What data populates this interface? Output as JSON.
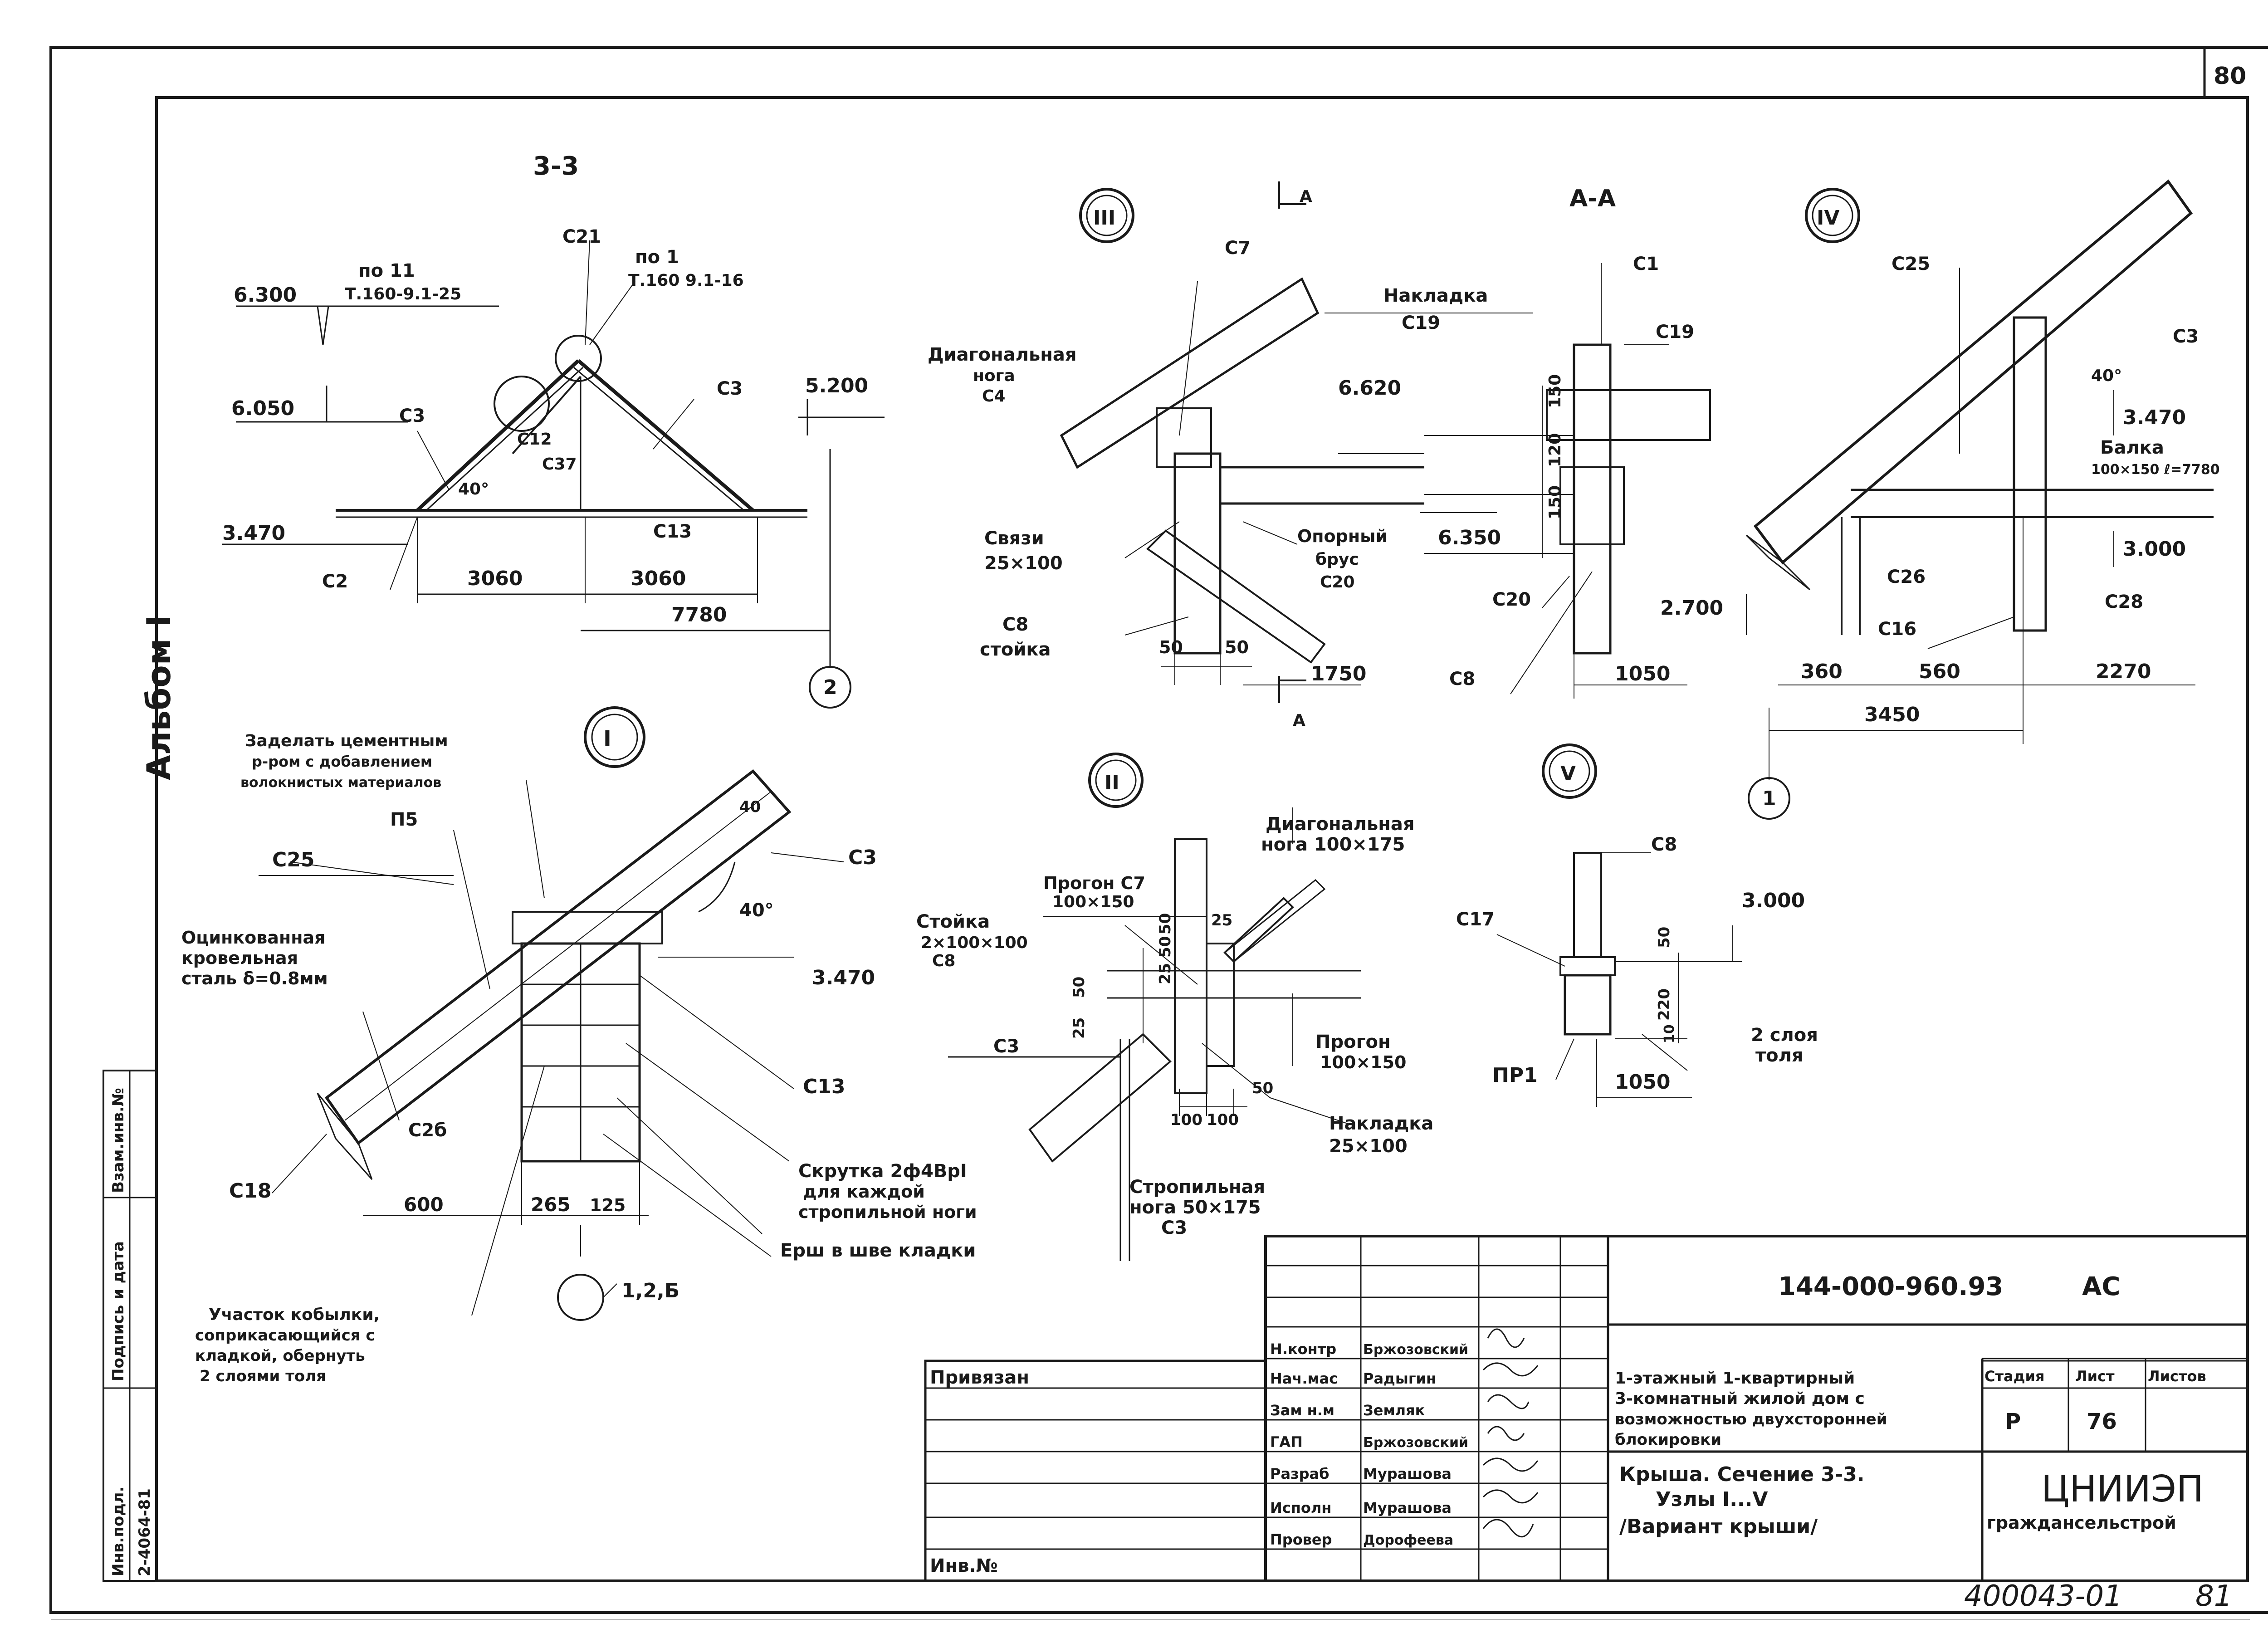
{
  "sheet": {
    "corner_page": "80",
    "album_label": "Альбом I",
    "bottom_code": "400043-01",
    "bottom_page": "81",
    "side_stamp": {
      "inv_podl": "Инв.подл.",
      "inv_value": "2-4064-81",
      "sign_date": "Подпись и дата",
      "vzam": "Взам.инв.№"
    }
  },
  "section_33": {
    "title": "3-3",
    "labels": {
      "c21": "С21",
      "poz11": "по 11",
      "poz11_ref": "Т.160-9.1-25",
      "poz1": "по 1",
      "poz1_ref": "Т.160 9.1-16",
      "c3a": "С3",
      "c3b": "С3",
      "c12": "С12",
      "c37": "С37",
      "c2": "С2",
      "c13": "С13",
      "angle": "40°"
    },
    "dims": {
      "el_6300": "6.300",
      "el_6050": "6.050",
      "el_5200": "5.200",
      "el_3470": "3.470",
      "d3060a": "3060",
      "d3060b": "3060",
      "d7780": "7780"
    },
    "axis": "2"
  },
  "node_3": {
    "title": "III",
    "labels": {
      "c7": "С7",
      "nakladka": "Накладка",
      "c19": "С19",
      "diag1": "Диагональная",
      "diag2": "нога",
      "c4": "С4",
      "svyazi": "Связи",
      "svyazi_size": "25×100",
      "opornyi1": "Опорный",
      "opornyi2": "брус",
      "c20": "С20",
      "c8": "С8",
      "stoika": "стойка",
      "section_mark": "А"
    },
    "dims": {
      "el_6620": "6.620",
      "el_6350": "6.350",
      "d50a": "50",
      "d50b": "50",
      "d1750": "1750"
    }
  },
  "section_aa": {
    "title": "А-А",
    "labels": {
      "c1": "С1",
      "c19": "С19",
      "c20": "С20",
      "c8": "С8"
    },
    "dims": {
      "d150a": "150",
      "d120": "120",
      "d150b": "150",
      "d1050": "1050"
    }
  },
  "node_4": {
    "title": "IV",
    "labels": {
      "c25": "С25",
      "c3": "С3",
      "angle": "40°",
      "balka": "Балка",
      "balka_size": "100×150 ℓ=7780",
      "c26": "С26",
      "c16": "С16",
      "c28": "С28"
    },
    "dims": {
      "el_3470": "3.470",
      "el_3000": "3.000",
      "el_2700": "2.700",
      "d360": "360",
      "d560": "560",
      "d2270": "2270",
      "d3450": "3450"
    },
    "axis": "1"
  },
  "node_1": {
    "title": "I",
    "labels": {
      "zadelat1": "Заделать цементным",
      "zadelat2": "р-ром с добавлением",
      "zadelat3": "волокнистых материалов",
      "p15": "П5",
      "c25": "С25",
      "c3": "С3",
      "ocink1": "Оцинкованная",
      "ocink2": "кровельная",
      "ocink3": "сталь δ=0.8мм",
      "angle": "40°",
      "c13": "С13",
      "c26": "С2б",
      "c18": "С18",
      "skrutka1": "Скрутка 2ф4ВрI",
      "skrutka2": "для каждой",
      "skrutka3": "стропильной ноги",
      "ersh": "Ерш в шве кладки",
      "uchastok1": "Участок кобылки,",
      "uchastok2": "соприкасающийся с",
      "uchastok3": "кладкой, обернуть",
      "uchastok4": "2 слоями толя"
    },
    "dims": {
      "el_3470": "3.470",
      "d600": "600",
      "d265": "265",
      "d125": "125",
      "d40": "40"
    },
    "axis": "1,2,Б"
  },
  "node_2": {
    "title": "II",
    "labels": {
      "diag1": "Диагональная",
      "diag2": "нога 100×175",
      "progon_c7": "Прогон С7",
      "progon_c7_size": "100×150",
      "stoika": "Стойка",
      "stoika_size": "2×100×100",
      "c8": "С8",
      "c3": "С3",
      "progon": "Прогон",
      "progon_size": "100×150",
      "nakladka": "Накладка",
      "nakladka_size": "25×100",
      "stropil1": "Стропильная",
      "stropil2": "нога 50×175",
      "stropil3": "С3"
    },
    "dims": {
      "d25a": "25",
      "d50": "50",
      "d25b": "25",
      "d50c": "50",
      "d2550": "25 50",
      "d100a": "100",
      "d100b": "100",
      "d50r": "50"
    }
  },
  "node_5": {
    "title": "V",
    "labels": {
      "c8": "С8",
      "c17": "С17",
      "pr1": "ПР1",
      "toll1": "2 слоя",
      "toll2": "толя"
    },
    "dims": {
      "el_3000": "3.000",
      "d50": "50",
      "d220": "220",
      "d10": "10",
      "d1050": "1050"
    }
  },
  "title_block": {
    "doc_code": "144-000-960.93",
    "mark": "АС",
    "privyazan": "Привязан",
    "inv_no": "Инв.№",
    "roles": [
      {
        "role": "Н.контр",
        "name": "Бржозовский"
      },
      {
        "role": "Нач.мас",
        "name": "Радыгин"
      },
      {
        "role": "Зам н.м",
        "name": "Земляк"
      },
      {
        "role": "ГАП",
        "name": "Бржозовский"
      },
      {
        "role": "Разраб",
        "name": "Мурашова"
      },
      {
        "role": "Исполн",
        "name": "Мурашова"
      },
      {
        "role": "Провер",
        "name": "Дорофеева"
      }
    ],
    "project_l1": "1-этажный 1-квартирный",
    "project_l2": "3-комнатный жилой дом с",
    "project_l3": "возможностью двухсторонней",
    "project_l4": "блокировки",
    "sheet_l1": "Крыша. Сечение 3-3.",
    "sheet_l2": "Узлы I...V",
    "sheet_l3": "/Вариант крыши/",
    "stage_h": "Стадия",
    "sheet_h": "Лист",
    "sheets_h": "Листов",
    "stage": "Р",
    "sheet_no": "76",
    "org1": "ЦНИИЭП",
    "org2": "граждансельстрой"
  }
}
